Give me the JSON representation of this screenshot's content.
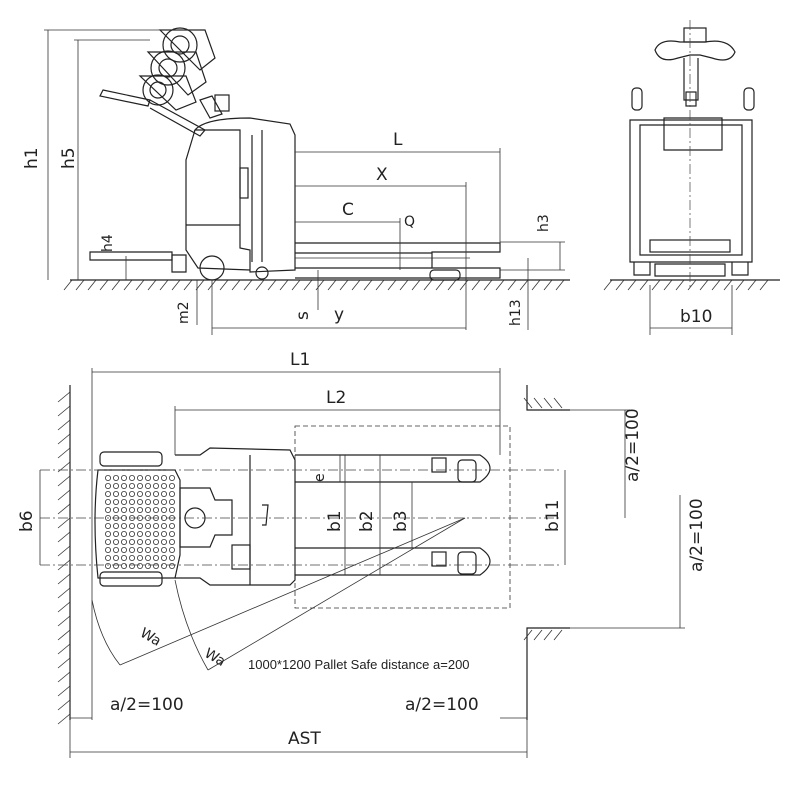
{
  "labels": {
    "h1": "h1",
    "h5": "h5",
    "h4": "h4",
    "h3": "h3",
    "h13": "h13",
    "m2": "m2",
    "s": "s",
    "y": "y",
    "L": "L",
    "X": "X",
    "C": "C",
    "Q": "Q",
    "b10": "b10",
    "L1": "L1",
    "L2": "L2",
    "b6": "b6",
    "e": "e",
    "b1": "b1",
    "b2": "b2",
    "b3": "b3",
    "b11": "b11",
    "Wa1": "Wa",
    "Wa2": "Wa",
    "half_right_upper": "a/2=100",
    "half_right_lower": "a/2=100",
    "half_bottom_left": "a/2=100",
    "half_bottom_right": "a/2=100",
    "ast": "AST"
  },
  "note": "1000*1200 Pallet   Safe distance a=200"
}
